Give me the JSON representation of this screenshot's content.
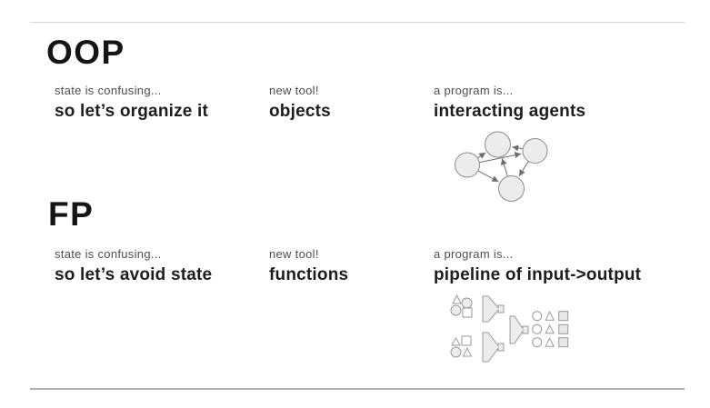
{
  "slide": {
    "background": "#ffffff",
    "divider_top_color": "#d4d4d4",
    "divider_bottom_color": "#b0b0b0",
    "heading_color": "#151515",
    "label_color": "#4e4e4e",
    "value_color": "#1d1d1d",
    "shape_fill_color": "#ececec",
    "shape_stroke_color": "#8c8c8c"
  },
  "sections": [
    {
      "heading": "OOP",
      "columns": [
        {
          "label": "state is confusing...",
          "value": "so let’s organize it"
        },
        {
          "label": "new tool!",
          "value": "objects"
        },
        {
          "label": "a program is...",
          "value": "interacting agents"
        }
      ],
      "diagram": {
        "name": "interacting-agents-network",
        "nodes": 4,
        "edges": 6
      }
    },
    {
      "heading": "FP",
      "columns": [
        {
          "label": "state is confusing...",
          "value": "so let’s avoid state"
        },
        {
          "label": "new tool!",
          "value": "functions"
        },
        {
          "label": "a program is...",
          "value": "pipeline of input->output"
        }
      ],
      "diagram": {
        "name": "input-output-pipeline",
        "funnels": 3,
        "output_rows": 3
      }
    }
  ]
}
